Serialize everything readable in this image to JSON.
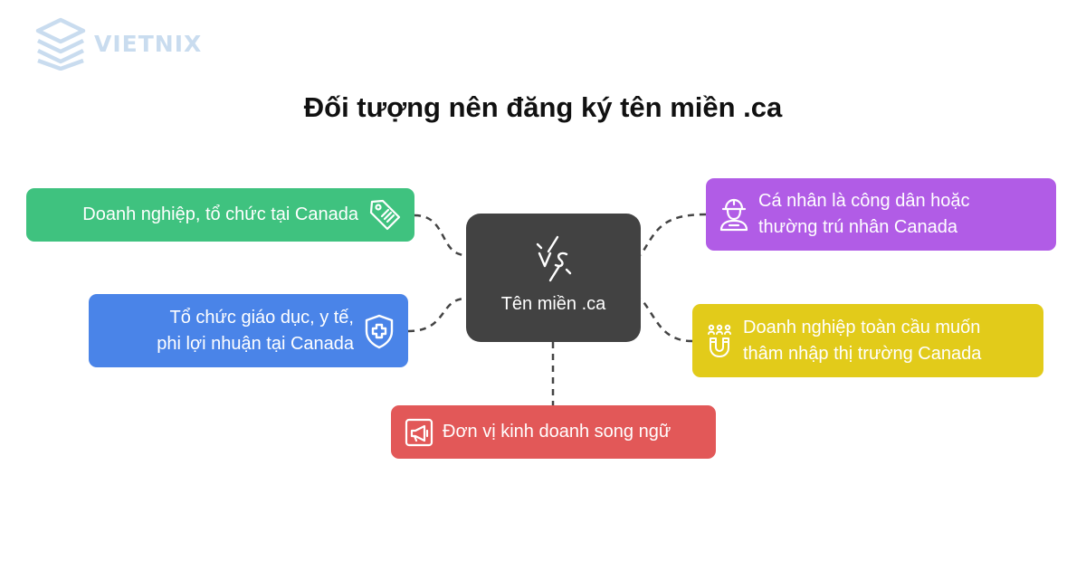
{
  "brand": {
    "name": "VIETNIX"
  },
  "title": "Đối tượng nên đăng ký tên miền .ca",
  "center": {
    "label": "Tên miền .ca",
    "icon": "vs-spark-icon"
  },
  "nodes": [
    {
      "label": "Doanh nghiệp, tổ chức tại Canada",
      "icon": "price-tag-icon",
      "color": "#3fc27f"
    },
    {
      "label_line1": "Tổ chức giáo dục, y tế,",
      "label_line2": "phi lợi nhuận tại Canada",
      "icon": "medical-shield-icon",
      "color": "#4a84e8"
    },
    {
      "label_line1": "Cá nhân là công dân hoặc",
      "label_line2": "thường trú nhân Canada",
      "icon": "worker-person-icon",
      "color": "#b15ce6"
    },
    {
      "label_line1": "Doanh nghiệp toàn cầu muốn",
      "label_line2": "thâm nhập thị trường Canada",
      "icon": "magnet-people-icon",
      "color": "#e2cb1a"
    },
    {
      "label": "Đơn vị kinh doanh song ngữ",
      "icon": "megaphone-icon",
      "color": "#e25858"
    }
  ]
}
